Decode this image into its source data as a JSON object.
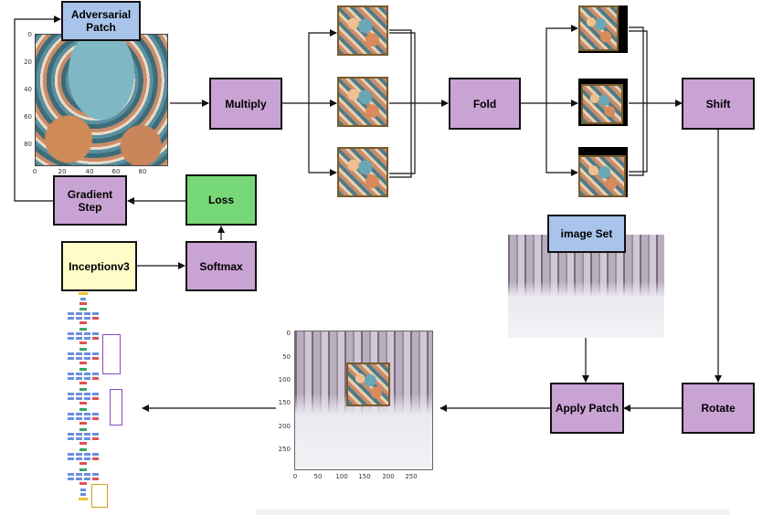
{
  "nodes": {
    "adversarial_patch": "Adversarial\nPatch",
    "multiply": "Multiply",
    "fold": "Fold",
    "shift": "Shift",
    "gradient_step": "Gradient Step",
    "loss": "Loss",
    "inceptionv3": "Inceptionv3",
    "softmax": "Softmax",
    "image_set": "image Set",
    "apply_patch": "Apply Patch",
    "rotate": "Rotate"
  },
  "patch_plot": {
    "y_ticks": [
      "0",
      "20",
      "40",
      "60",
      "80"
    ],
    "x_ticks": [
      "0",
      "20",
      "40",
      "60",
      "80"
    ]
  },
  "result_plot": {
    "y_ticks": [
      "0",
      "50",
      "100",
      "150",
      "200",
      "250"
    ],
    "x_ticks": [
      "0",
      "50",
      "100",
      "150",
      "200",
      "250"
    ]
  },
  "colors": {
    "purple": "#c9a3d4",
    "blue": "#a9c4ea",
    "green": "#77d877",
    "yellow": "#fefdc8"
  }
}
